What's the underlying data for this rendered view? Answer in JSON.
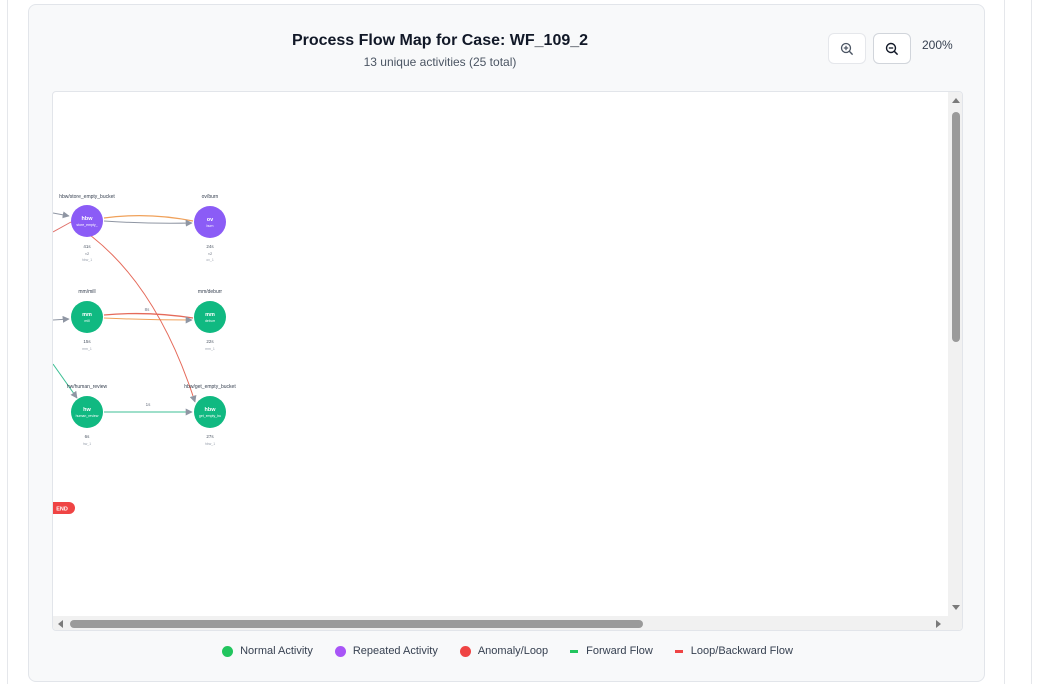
{
  "header": {
    "title": "Process Flow Map for Case: WF_109_2",
    "subtitle": "13 unique activities (25 total)",
    "zoom_level": "200%",
    "zoom_in_icon": "zoom-in-icon",
    "zoom_out_icon": "zoom-out-icon"
  },
  "colors": {
    "normal": "#10b981",
    "repeated": "#8b5cf6",
    "anomaly": "#ef4444",
    "forward": "#22c55e",
    "loop": "#ef4444",
    "edge_orange": "#f59e0b",
    "edge_grey": "#9ca3af"
  },
  "graph": {
    "nodes": [
      {
        "id": "n1",
        "label": "hbw/store_empty_bucket",
        "abbr": "hbw",
        "sub": "store_empty_",
        "duration": "41s",
        "count": "×2",
        "small": "hbw_1",
        "kind": "repeated"
      },
      {
        "id": "n2",
        "label": "ov/burn",
        "abbr": "ov",
        "sub": "burn",
        "duration": "24s",
        "count": "×2",
        "small": "ov_1",
        "kind": "repeated"
      },
      {
        "id": "n3",
        "label": "mm/mill",
        "abbr": "mm",
        "sub": "mill",
        "duration": "15s",
        "small": "mm_1",
        "kind": "normal"
      },
      {
        "id": "n4",
        "label": "mm/deburr",
        "abbr": "mm",
        "sub": "deburr",
        "duration": "22s",
        "small": "mm_1",
        "kind": "normal"
      },
      {
        "id": "n5",
        "label": "hw/human_review",
        "abbr": "hw",
        "sub": "human_review",
        "duration": "6s",
        "small": "hw_1",
        "kind": "normal"
      },
      {
        "id": "n6",
        "label": "hbw/get_empty_bucket",
        "abbr": "hbw",
        "sub": "get_empty_bu",
        "duration": "27s",
        "small": "hbw_1",
        "kind": "normal"
      }
    ],
    "edge_labels": [
      "8s",
      "1s"
    ],
    "end_label": "END"
  },
  "legend": [
    {
      "label": "Normal Activity",
      "shape": "dot",
      "color": "#22c55e"
    },
    {
      "label": "Repeated Activity",
      "shape": "dot",
      "color": "#a855f7"
    },
    {
      "label": "Anomaly/Loop",
      "shape": "dot",
      "color": "#ef4444"
    },
    {
      "label": "Forward Flow",
      "shape": "line",
      "color": "#22c55e"
    },
    {
      "label": "Loop/Backward Flow",
      "shape": "line",
      "color": "#ef4444"
    }
  ]
}
